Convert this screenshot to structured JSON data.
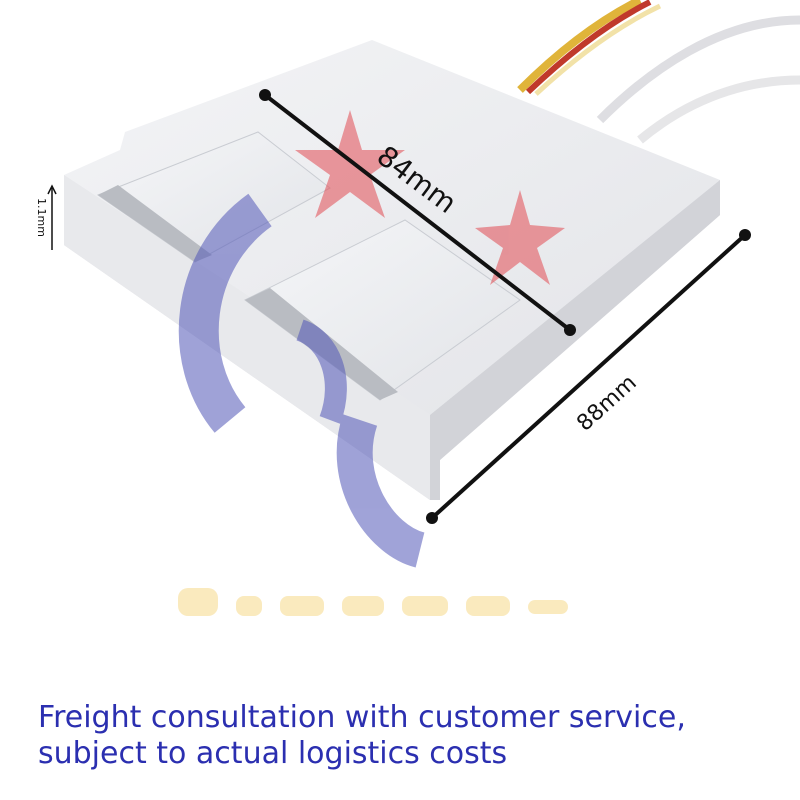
{
  "product": {
    "name": "white-module-with-pads",
    "colors": {
      "case": "#ecedf0",
      "case_side": "#d9dadf",
      "pad": "#eef0f3",
      "pad_strip": "#b9bcc2",
      "wire_white": "#e6e6e8",
      "wire_red": "#c0392b",
      "wire_yellow": "#e0b43a"
    }
  },
  "dimensions": {
    "length_label": "84mm",
    "width_label": "88mm",
    "thickness_label": "1.1mm",
    "line_color": "#111111"
  },
  "watermark": {
    "star_color": "#e14b52",
    "swirl_color": "#5257b8",
    "text_color": "#f6d98a"
  },
  "caption": {
    "line1": "Freight consultation with customer service,",
    "line2": "subject to actual logistics costs",
    "color": "#2b2fb0"
  }
}
